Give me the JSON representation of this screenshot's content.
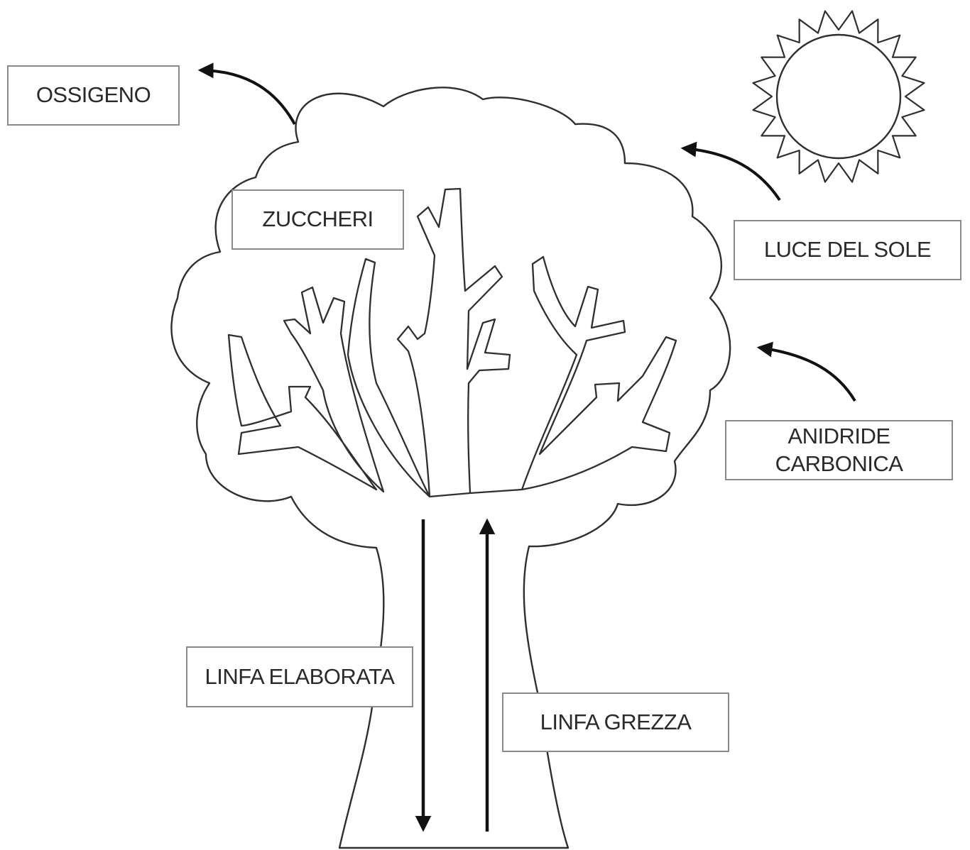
{
  "labels": {
    "oxygen": "OSSIGENO",
    "sugars": "ZUCCHERI",
    "sunlight": "LUCE DEL SOLE",
    "co2_line1": "ANIDRIDE",
    "co2_line2": "CARBONICA",
    "elaborated_sap": "LINFA ELABORATA",
    "raw_sap": "LINFA GREZZA"
  },
  "colors": {
    "outline": "#2f2f2f",
    "arrow": "#111111",
    "box_border": "#8a8a8a",
    "text": "#2a2a2a",
    "background": "#ffffff"
  },
  "icons": [
    "sun-icon",
    "tree-icon"
  ]
}
